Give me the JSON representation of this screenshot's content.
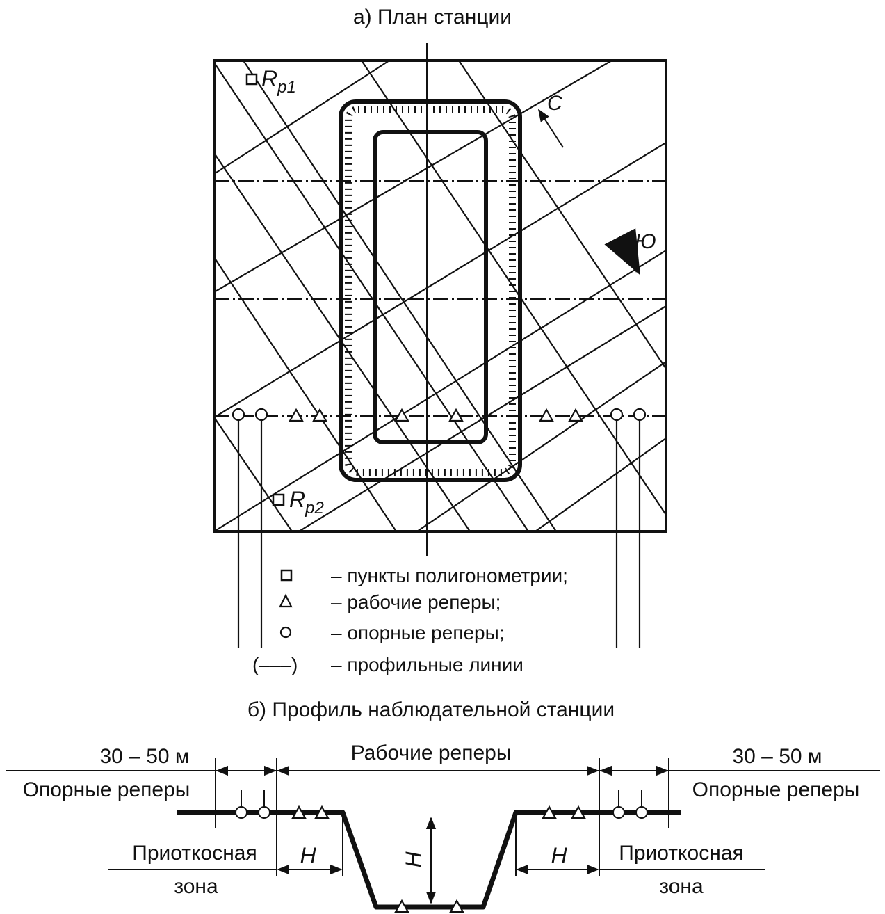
{
  "plan": {
    "title": "а) План станции",
    "polygon_point_top": "R",
    "polygon_point_top_sub": "p1",
    "polygon_point_bottom": "R",
    "polygon_point_bottom_sub": "p2",
    "north_label": "С",
    "south_label": "Ю"
  },
  "legend": {
    "polygon_points": "– пункты полигонометрии;",
    "working_benchmarks": "– рабочие реперы;",
    "reference_benchmarks": "– опорные реперы;",
    "profile_symbol": "(–––)",
    "profile_lines": "– профильные линии"
  },
  "profile": {
    "title": "б) Профиль наблюдательной станции",
    "left_distance": "30 – 50 м",
    "right_distance": "30 – 50 м",
    "working_label": "Рабочие реперы",
    "left_reference_label": "Опорные реперы",
    "right_reference_label": "Опорные реперы",
    "left_zone_line1": "Приоткосная",
    "left_zone_line2": "зона",
    "right_zone_line1": "Приоткосная",
    "right_zone_line2": "зона",
    "h_left": "H",
    "h_center": "H",
    "h_right": "H"
  },
  "colors": {
    "ink": "#111111",
    "paper": "#ffffff"
  }
}
